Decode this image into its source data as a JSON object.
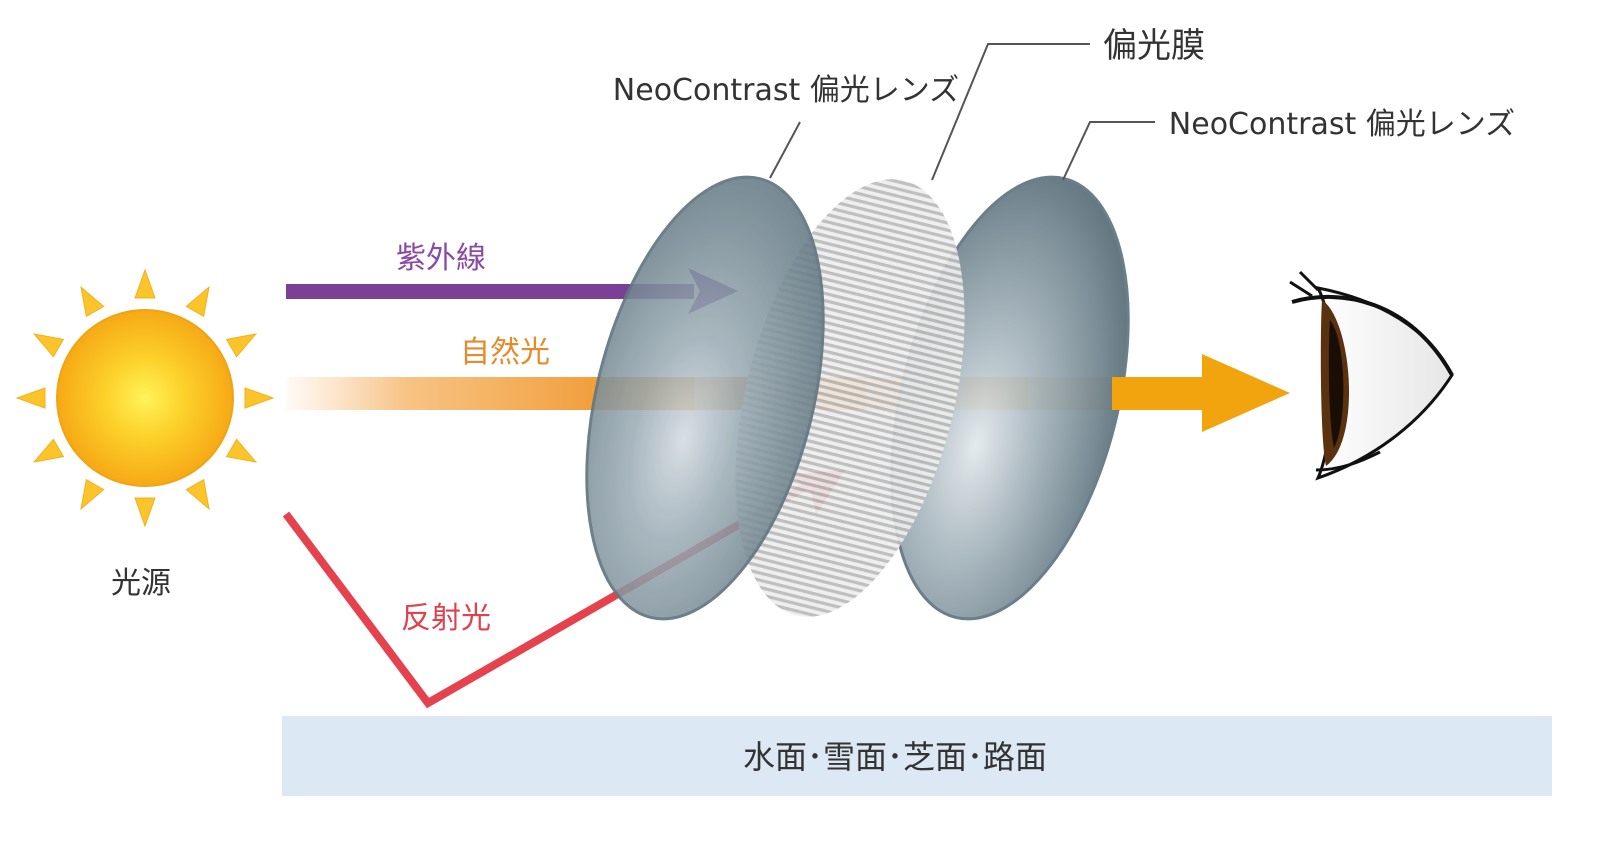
{
  "labels": {
    "light_source": "光源",
    "uv": "紫外線",
    "natural_light": "自然光",
    "reflected_light": "反射光",
    "polarizing_film": "偏光膜",
    "lens_front": "NeoContrast 偏光レンズ",
    "lens_back": "NeoContrast 偏光レンズ",
    "surface": "水面･雪面･芝面･路面"
  },
  "colors": {
    "uv": "#7b3f98",
    "uv_text": "#8a4aa6",
    "natural_light": "#f08c12",
    "natural_text": "#e8892a",
    "reflected": "#e5424d",
    "reflected_text": "#e0414c",
    "sun_core": "#fbb01b",
    "sun_ray": "#fbc42a",
    "lens": "#6f8590",
    "surface_band": "#dce9f4",
    "eye_iris": "#5a3210",
    "text": "#333333"
  },
  "icons": {
    "sun": "sun-icon",
    "eye": "eye-icon"
  }
}
